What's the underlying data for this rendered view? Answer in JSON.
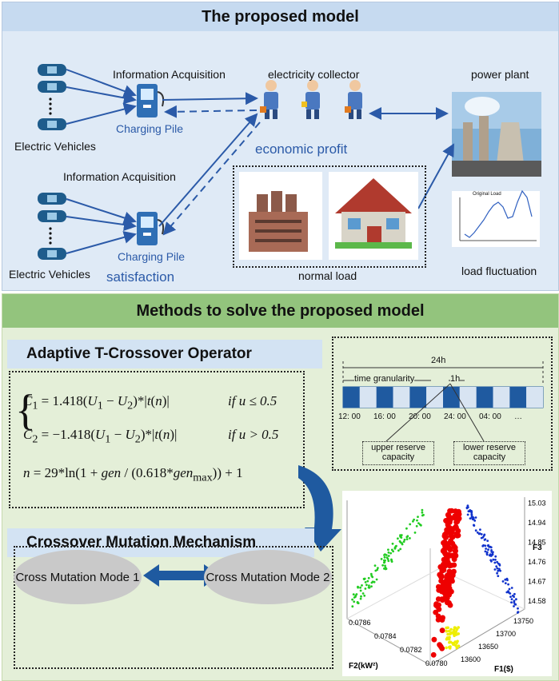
{
  "top": {
    "title": "The proposed model",
    "info_acq_1": "Information Acquisition",
    "info_acq_2": "Information Acquisition",
    "charging_pile_1": "Charging Pile",
    "charging_pile_2": "Charging Pile",
    "ev_1": "Electric Vehicles",
    "ev_2": "Electric Vehicles",
    "collector": "electricity collector",
    "power_plant": "power plant",
    "economic_profit": "economic profit",
    "satisfaction": "satisfaction",
    "normal_load": "normal load",
    "load_fluctuation": "load fluctuation",
    "mini_chart_legend": "Original Load"
  },
  "bottom": {
    "title": "Methods to solve the proposed model",
    "op_title": "Adaptive T-Crossover Operator",
    "mech_title": "Crossover Mutation Mechanism",
    "mode1": "Cross Mutation Mode 1",
    "mode2": "Cross Mutation Mode 2",
    "eq1_cond": "if  u ≤ 0.5",
    "eq2_cond": "if  u > 0.5",
    "timeline": {
      "span": "24h",
      "granularity": "time granularity",
      "step": "1h",
      "ticks": [
        "12: 00",
        "16: 00",
        "20: 00",
        "24: 00",
        "04: 00",
        "…"
      ],
      "upper": "upper reserve capacity",
      "lower": "lower reserve capacity"
    }
  },
  "chart_data": {
    "type": "scatter",
    "xlabel": "F1($)",
    "ylabel": "F2(kW²)",
    "zlabel": "F3",
    "x_ticks": [
      "13600",
      "13650",
      "13700",
      "13750"
    ],
    "y_ticks": [
      "0.0780",
      "0.0782",
      "0.0784",
      "0.0786"
    ],
    "z_ticks": [
      "14.58",
      "14.67",
      "14.76",
      "14.85",
      "14.94",
      "15.03"
    ]
  },
  "colors": {
    "accent_blue": "#2b5aa8",
    "green_band": "#93c47d",
    "pareto_red": "#ee0000",
    "proj_green": "#22cc22",
    "proj_blue": "#1133cc",
    "proj_yellow": "#eeee00"
  }
}
